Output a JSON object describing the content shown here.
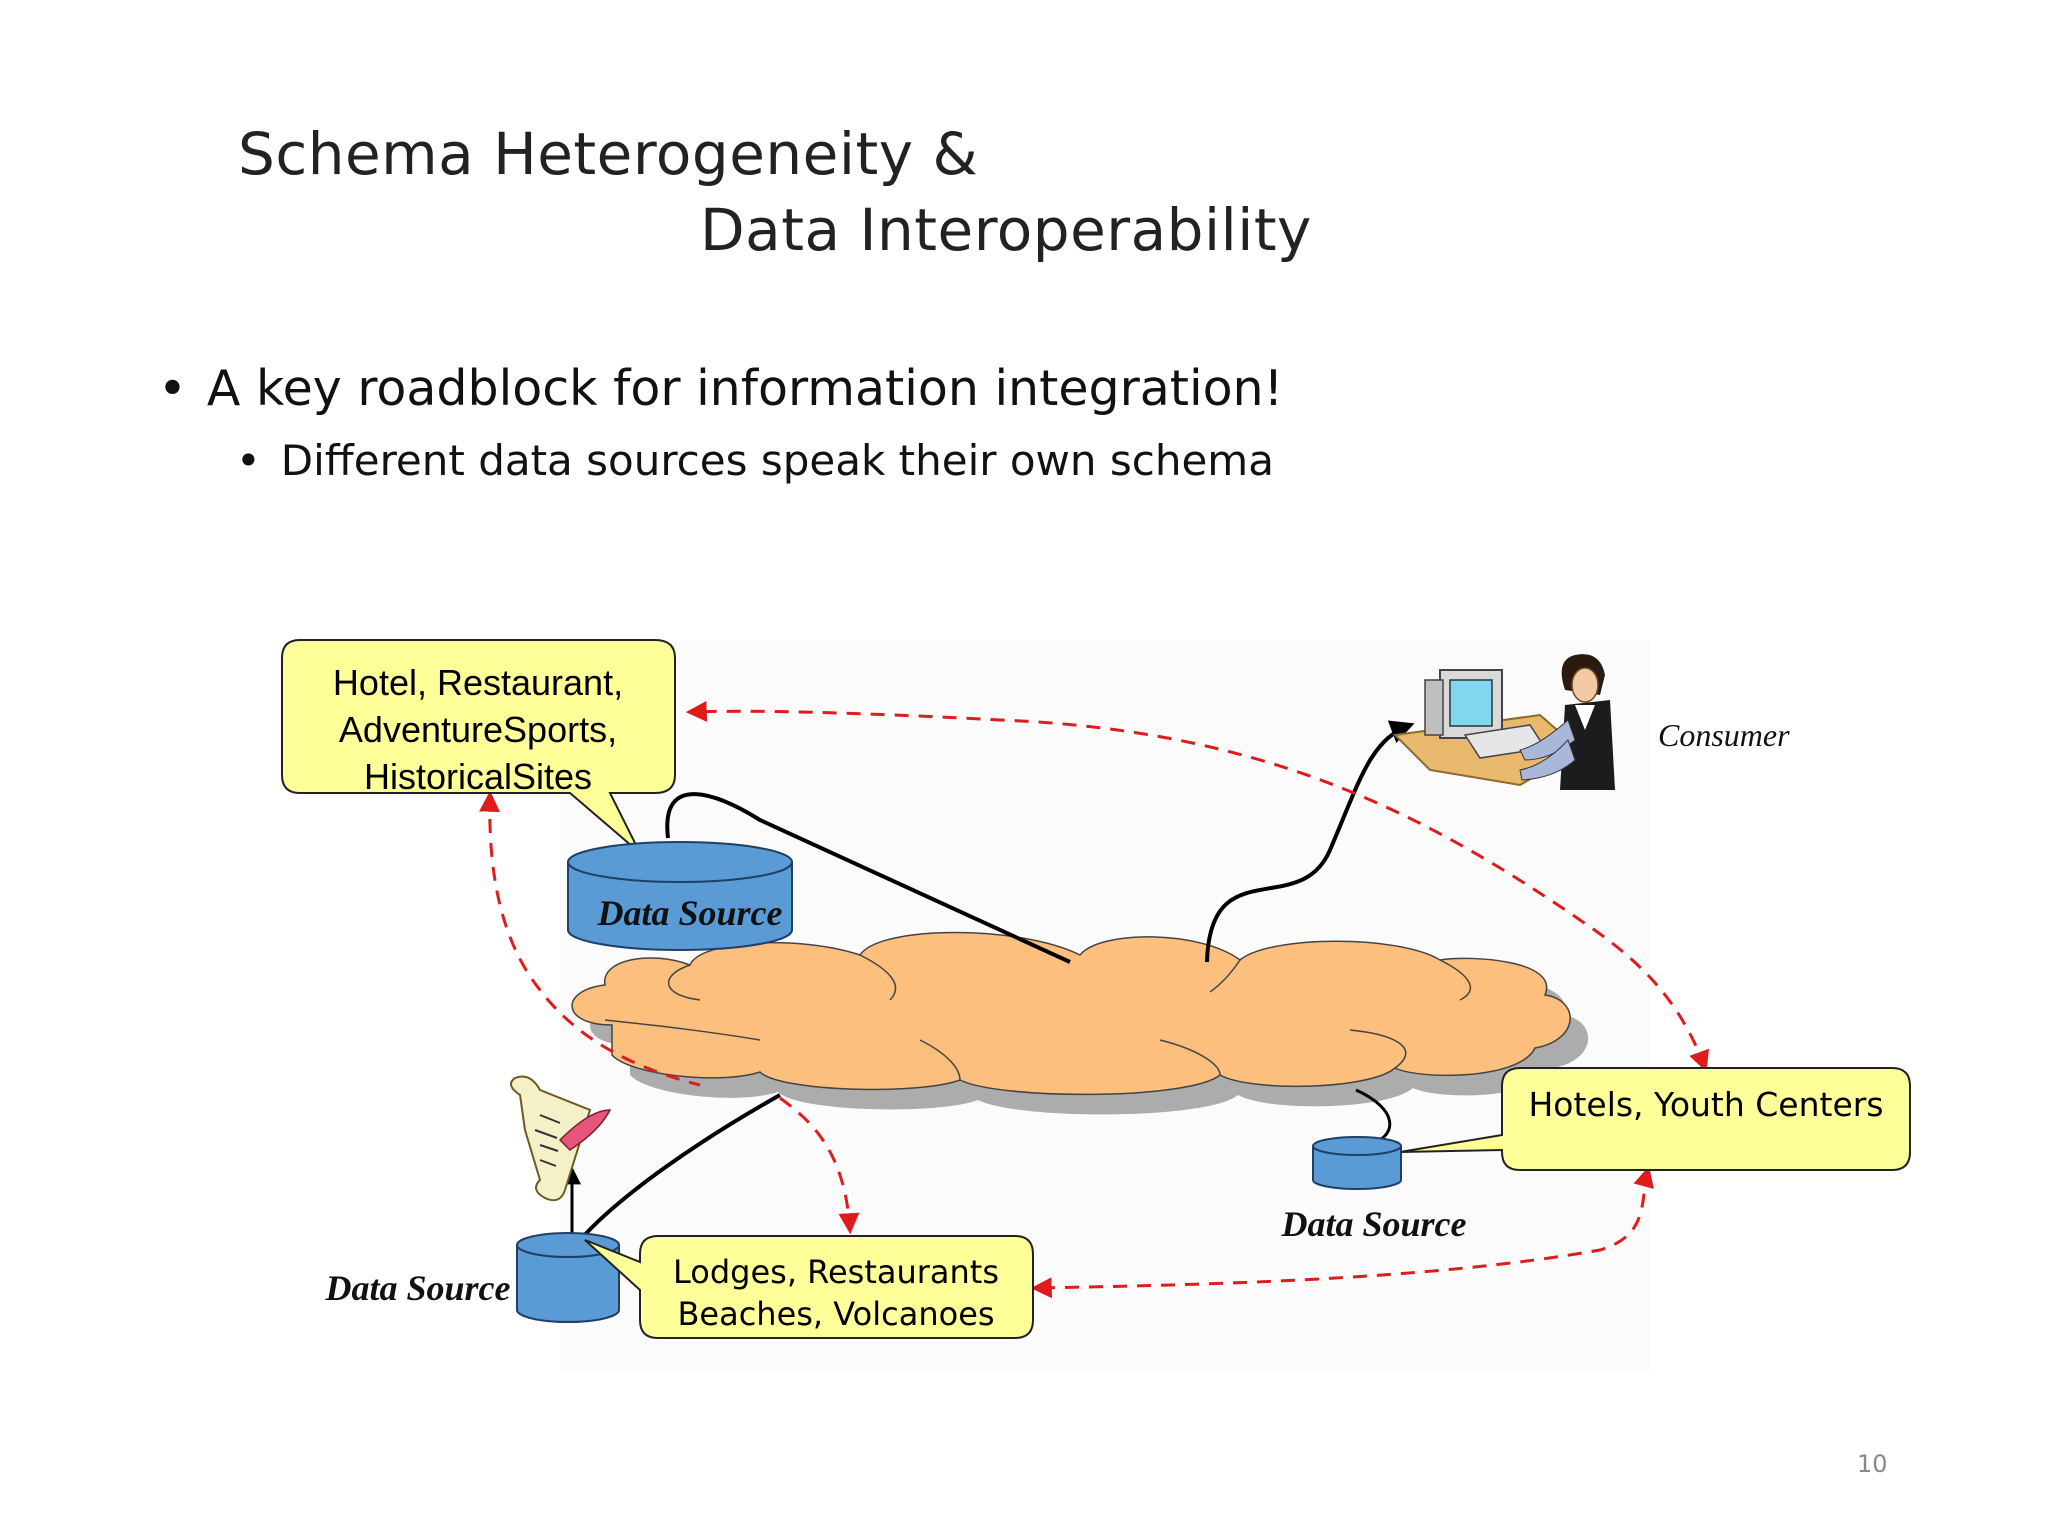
{
  "slide": {
    "title_line1": "Schema Heterogeneity &",
    "title_line2": "Data Interoperability",
    "bullet_main": "A key roadblock for information integration!",
    "bullet_sub": "Different data sources speak their own schema",
    "page_number": "10"
  },
  "diagram": {
    "callout_top_left": [
      "Hotel, Restaurant,",
      "AdventureSports,",
      "HistoricalSites"
    ],
    "callout_right": "Hotels, Youth Centers",
    "callout_bottom": [
      "Lodges, Restaurants",
      "Beaches, Volcanoes"
    ],
    "data_source_top": "Data Source",
    "data_source_right": "Data Source",
    "data_source_bottom": "Data Source",
    "consumer_label": "Consumer",
    "colors": {
      "callout_fill": "#ffff99",
      "cylinder_fill": "#5b9bd5",
      "cloud_fill": "#fcbf7e",
      "arrow_red": "#e01b1b"
    }
  }
}
